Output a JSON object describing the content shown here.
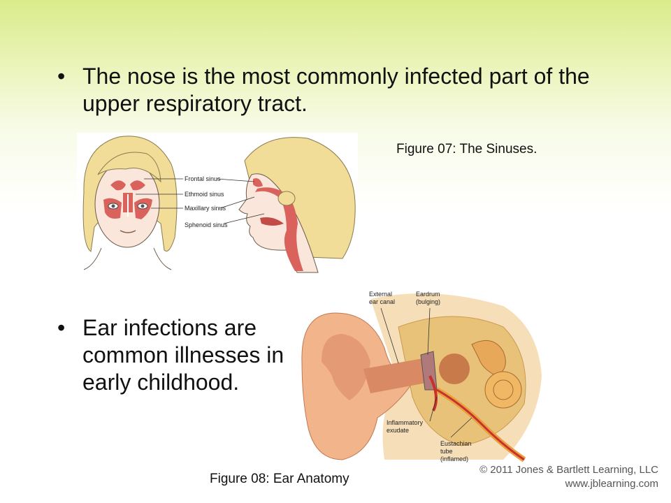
{
  "bullets": [
    {
      "marker": "•",
      "text": "The nose is the most commonly infected part of the upper respiratory tract."
    },
    {
      "marker": "•",
      "text": "Ear infections are common illnesses in early childhood."
    }
  ],
  "figures": {
    "sinus": {
      "caption": "Figure 07: The Sinuses.",
      "labels": [
        "Frontal sinus",
        "Ethmoid sinus",
        "Maxillary sinus",
        "Sphenoid sinus"
      ]
    },
    "ear": {
      "caption": "Figure 08: Ear Anatomy",
      "labels": {
        "external_canal_1": "External",
        "external_canal_2": "ear canal",
        "eardrum_1": "Eardrum",
        "eardrum_2": "(bulging)",
        "exudate_1": "Inflammatory",
        "exudate_2": "exudate",
        "eustachian_1": "Eustachian",
        "eustachian_2": "tube",
        "eustachian_3": "(inflamed)"
      }
    }
  },
  "copyright": {
    "line1": "© 2011 Jones & Bartlett Learning, LLC",
    "line2": "www.jblearning.com"
  },
  "colors": {
    "sinus": "#d9635c",
    "hair": "#f1dc98",
    "skin": "#fbe6dc",
    "ear_skin": "#f2b48a",
    "bone": "#e9c27a"
  }
}
